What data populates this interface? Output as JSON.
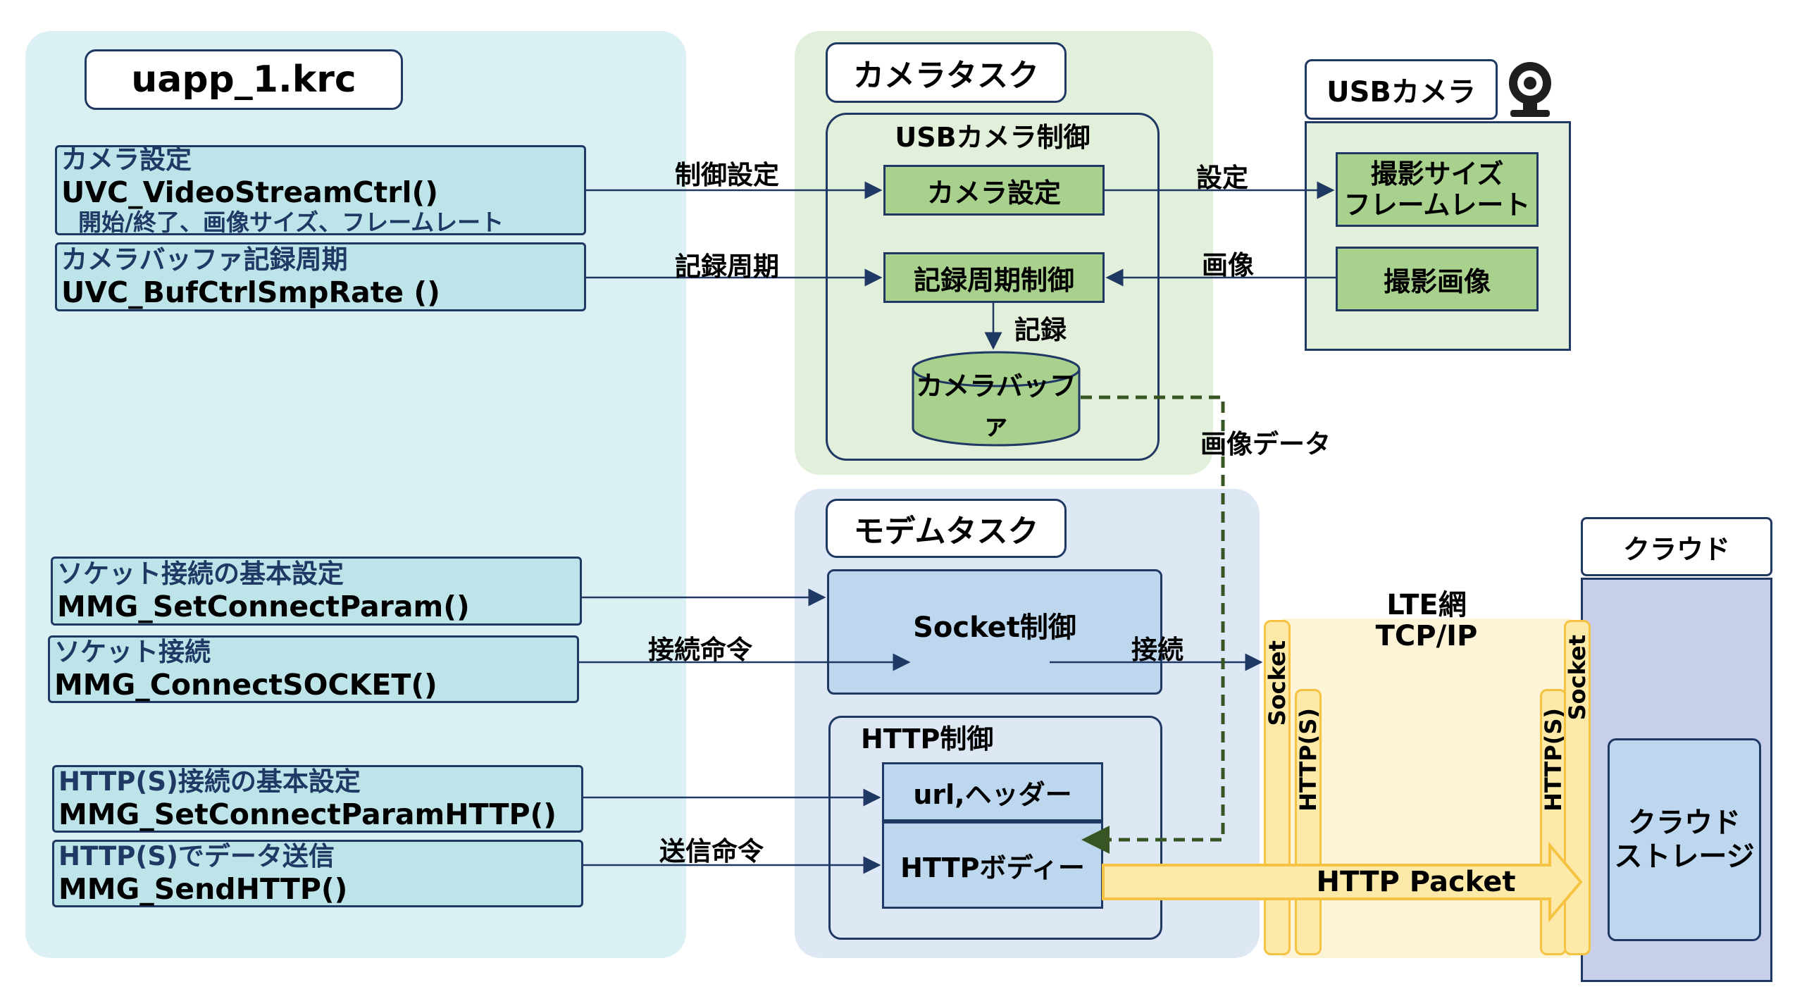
{
  "app": {
    "title": "uapp_1.krc",
    "functions": [
      {
        "title": "カメラ設定",
        "func": "UVC_VideoStreamCtrl()",
        "sub": "開始/終了、画像サイズ、フレームレート"
      },
      {
        "title": "カメラバッファ記録周期",
        "func": "UVC_BufCtrlSmpRate ()"
      },
      {
        "title": "ソケット接続の基本設定",
        "func": "MMG_SetConnectParam()"
      },
      {
        "title": "ソケット接続",
        "func": "MMG_ConnectSOCKET()"
      },
      {
        "title": "HTTP(S)接続の基本設定",
        "func": "MMG_SetConnectParamHTTP()"
      },
      {
        "title": "HTTP(S)でデータ送信",
        "func": "MMG_SendHTTP()"
      }
    ]
  },
  "camera_task": {
    "title": "カメラタスク",
    "usb_ctrl": {
      "title": "USBカメラ制御",
      "camera_setting": "カメラ設定",
      "record_period": "記録周期制御",
      "buffer": "カメラバッファ"
    }
  },
  "usb_camera": {
    "title": "USBカメラ",
    "setting": "撮影サイズ\nフレームレート",
    "image": "撮影画像"
  },
  "modem_task": {
    "title": "モデムタスク",
    "socket_ctrl": "Socket制御",
    "http_ctrl": {
      "title": "HTTP制御",
      "url_header": "url,ヘッダー",
      "body": "HTTPボディー"
    }
  },
  "network": {
    "title_line1": "LTE網",
    "title_line2": "TCP/IP",
    "socket": "Socket",
    "https": "HTTP(S)",
    "packet": "HTTP Packet"
  },
  "cloud": {
    "title": "クラウド",
    "storage": "クラウド\nストレージ"
  },
  "arrow_labels": {
    "control_setting": "制御設定",
    "setting": "設定",
    "record_period": "記録周期",
    "image": "画像",
    "record": "記録",
    "image_data": "画像データ",
    "connect_cmd": "接続命令",
    "connect": "接続",
    "send_cmd": "送信命令"
  },
  "colors": {
    "app_panel": "#daf0f3",
    "camera_panel": "#e2efda",
    "modem_panel": "#dde8f4",
    "func_box": "#bde4e8",
    "green_box": "#a9d18e",
    "blue_box": "#bdd7ee",
    "lte": "#fdf3d6",
    "yellow": "#fde9a8",
    "cloud": "#c7cfeb",
    "dark_blue": "#1f3864",
    "dashed_green": "#375623"
  }
}
